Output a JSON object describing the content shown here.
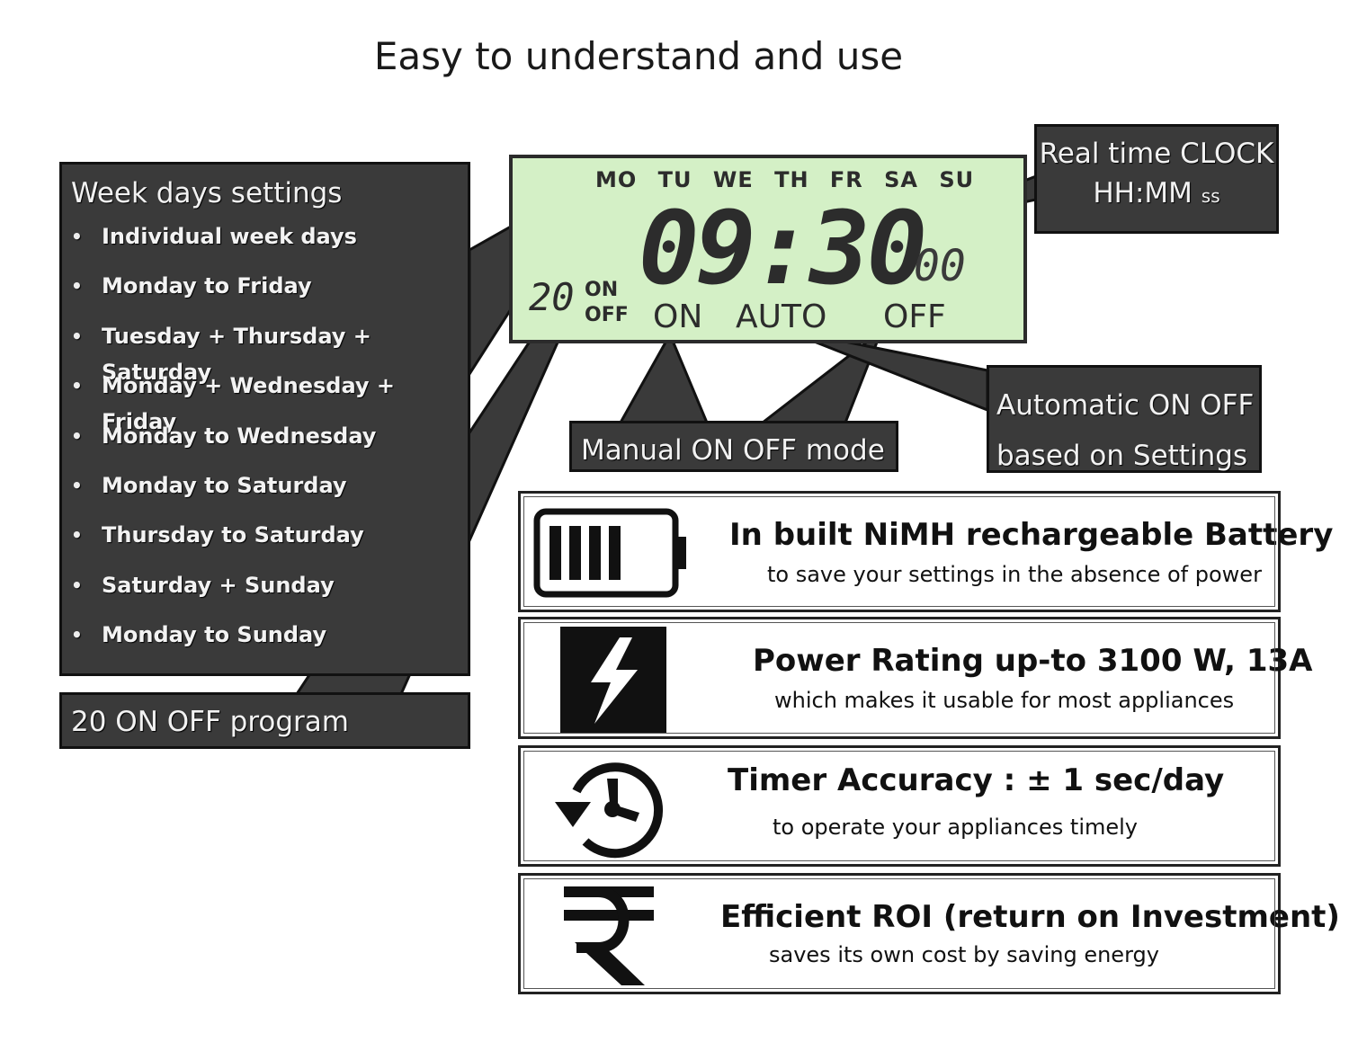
{
  "title": "Easy to understand and use",
  "week_settings": {
    "heading": "Week days settings",
    "items": [
      "Individual week days",
      "Monday to Friday",
      "Tuesday + Thursday + Saturday",
      "Monday + Wednesday + Friday",
      "Monday to Wednesday",
      "Monday to Saturday",
      "Thursday to Saturday",
      "Saturday + Sunday",
      "Monday to Sunday"
    ]
  },
  "program": {
    "label": "20 ON OFF program"
  },
  "clock_callout": {
    "line1": "Real time CLOCK",
    "line2": "HH:MM",
    "line2_small": "ss"
  },
  "manual_callout": {
    "label": "Manual ON OFF mode"
  },
  "auto_callout": {
    "line1": "Automatic ON OFF",
    "line2": "based on Settings"
  },
  "lcd": {
    "days": "MO TU WE TH FR SA SU",
    "time": "09:30",
    "seconds": "00",
    "program_number": "20",
    "on_label": "ON",
    "off_label": "OFF",
    "mode_on": "ON",
    "mode_auto": "AUTO",
    "mode_off": "OFF",
    "background_color": "#d4f0c6"
  },
  "features": [
    {
      "icon": "battery-icon",
      "title": "In built NiMH rechargeable Battery",
      "subtitle": "to save your settings in the absence of power"
    },
    {
      "icon": "lightning-icon",
      "title": "Power Rating up-to 3100 W, 13A",
      "subtitle": "which makes it usable for most appliances"
    },
    {
      "icon": "clock-history-icon",
      "title": "Timer Accuracy : ± 1 sec/day",
      "subtitle": "to operate your appliances timely"
    },
    {
      "icon": "rupee-icon",
      "title": "Efficient ROI (return on Investment)",
      "subtitle": "saves its own cost by saving energy"
    }
  ],
  "colors": {
    "callout_fill": "#3a3a3a",
    "callout_text": "#ffffff"
  }
}
